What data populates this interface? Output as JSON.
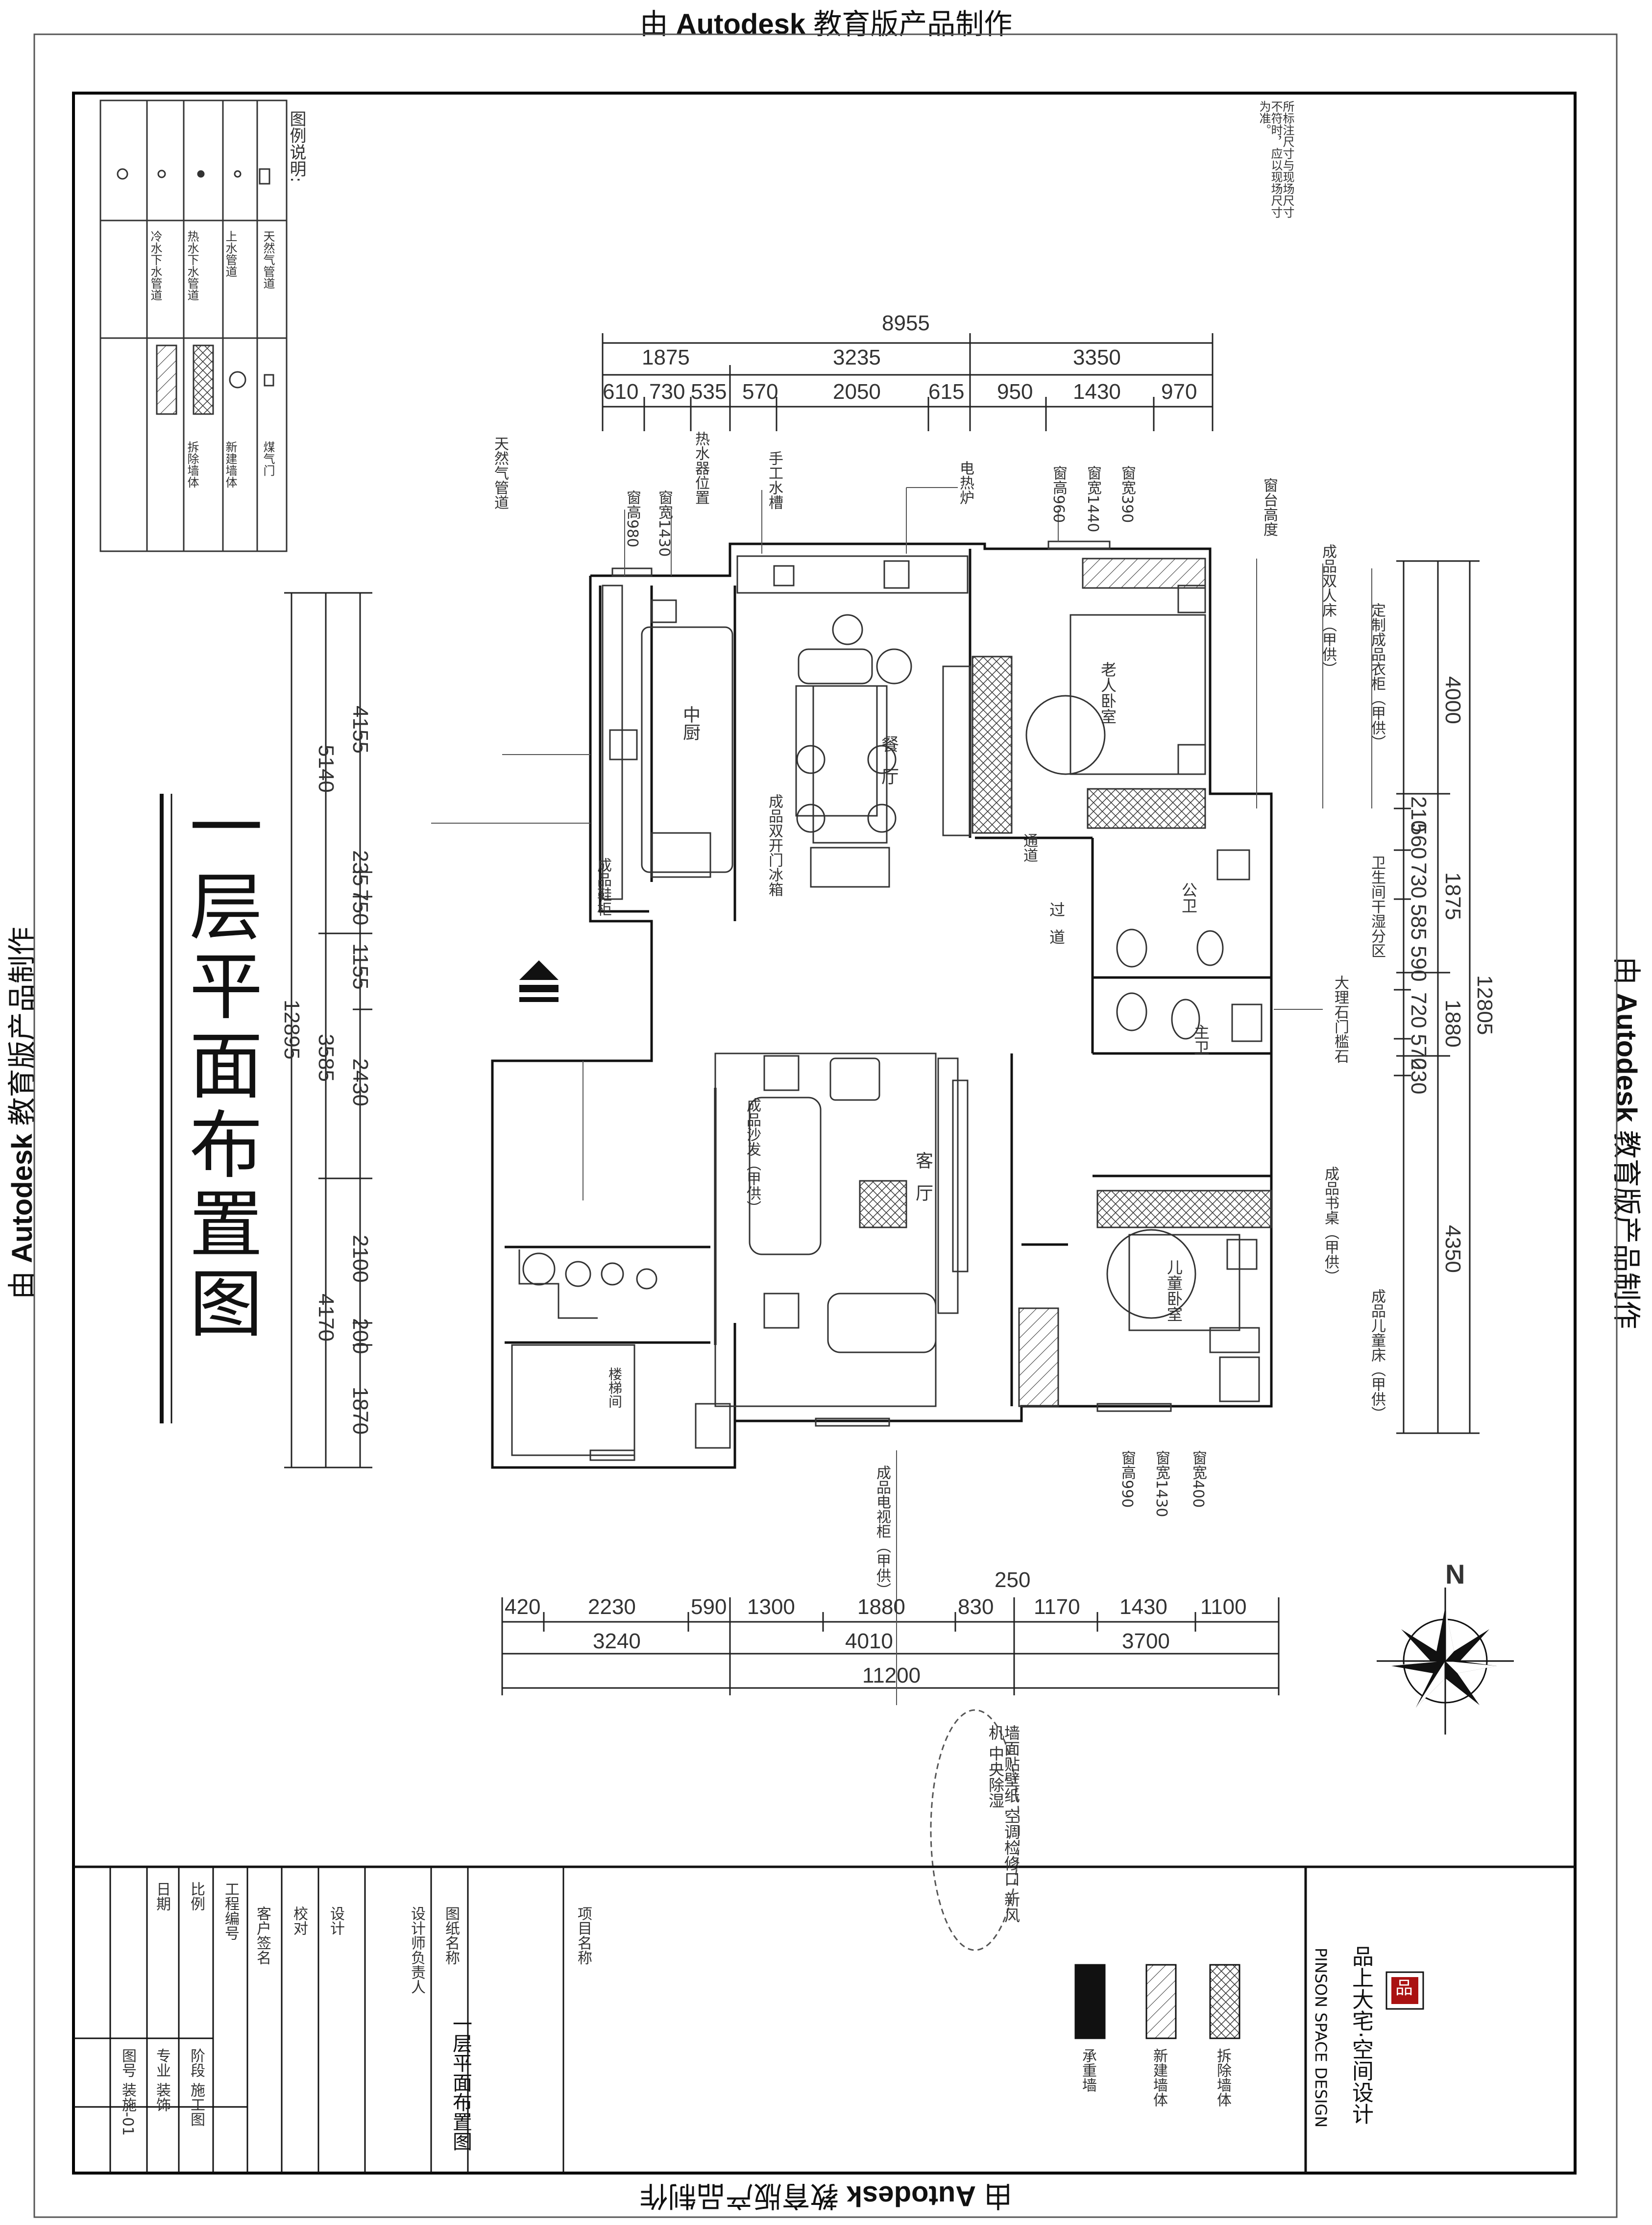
{
  "watermark": {
    "text_prefix": "由 ",
    "brand": "Autodesk",
    "text_suffix": " 教育版产品制作"
  },
  "title": "一层平面布置图",
  "legend": {
    "heading": "图例说明:",
    "symbols": [
      "天然气管道",
      "上水管道",
      "热水下水管道",
      "冷水下水管道"
    ],
    "wall_symbols": [
      "煤气门",
      "新建墙体",
      "拆除墙体"
    ]
  },
  "top_note": "所标注尺寸与现场尺寸不符时，应以现场尺寸为准。",
  "dimensions": {
    "top_total": "8955",
    "top_mid": [
      "1875",
      "3235",
      "3350"
    ],
    "top_detail": [
      "610",
      "730",
      "535",
      "570",
      "2050",
      "615",
      "950",
      "1430",
      "970"
    ],
    "bottom_detail": [
      "420",
      "2230",
      "590",
      "1300",
      "1880",
      "830",
      "1170",
      "1430",
      "1100"
    ],
    "bottom_mid": [
      "3240",
      "4010",
      "3700"
    ],
    "bottom_total": "11200",
    "bottom_extra": "250",
    "left_outer": "12895",
    "left_mid": [
      "5140",
      "3585",
      "4170"
    ],
    "left_inner": [
      "4155",
      "235",
      "750",
      "1155",
      "2430",
      "2100",
      "200",
      "1870"
    ],
    "right_outer": "12805",
    "right_mid": [
      "4000",
      "1875",
      "1880",
      "4350"
    ],
    "right_inner": [
      "210",
      "560",
      "730",
      "585",
      "590",
      "720",
      "570",
      "230"
    ]
  },
  "rooms": [
    "中厨",
    "餐厅",
    "客厅",
    "老人卧室",
    "儿童卧室",
    "楼梯间",
    "过道",
    "公卫",
    "主卫"
  ],
  "annotations": [
    "天然气管道",
    "热水器位置",
    "手工水槽",
    "电热炉",
    "窗宽1430",
    "窗高980",
    "窗宽390",
    "窗宽1440",
    "窗高960",
    "窗台高度",
    "成品双人床（甲供）",
    "定制成品衣柜（甲供）",
    "卫生间干湿分区",
    "大理石门槛石",
    "成品鞋柜",
    "成品双开门冰箱",
    "成品书桌（甲供）",
    "窗宽400",
    "窗宽1430",
    "窗高990",
    "成品电视柜（甲供）",
    "成品沙发（甲供）",
    "成品儿童床（甲供）",
    "通道"
  ],
  "compass": {
    "label": "N"
  },
  "oval_note": "墙面贴壁纸 空调检修口 新风机 中央除湿",
  "title_block": {
    "company": "品上大宅·空间设计",
    "company_en": "PINSON SPACE DESIGN",
    "logo_text": "品",
    "hatch_labels": [
      "拆除墙体",
      "新建墙体",
      "承重墙"
    ],
    "fields": [
      "项目名称",
      "图纸名称",
      "设计师负责人",
      "设计",
      "校对",
      "客户签名",
      "工程编号",
      "比例",
      "日期"
    ],
    "drawing_name": "一层平面布置图",
    "stage_label": "阶段",
    "stage_value": "施工图",
    "major_label": "专业",
    "major_value": "装饰",
    "sheet_label": "图号",
    "sheet_value": "装施-01"
  }
}
